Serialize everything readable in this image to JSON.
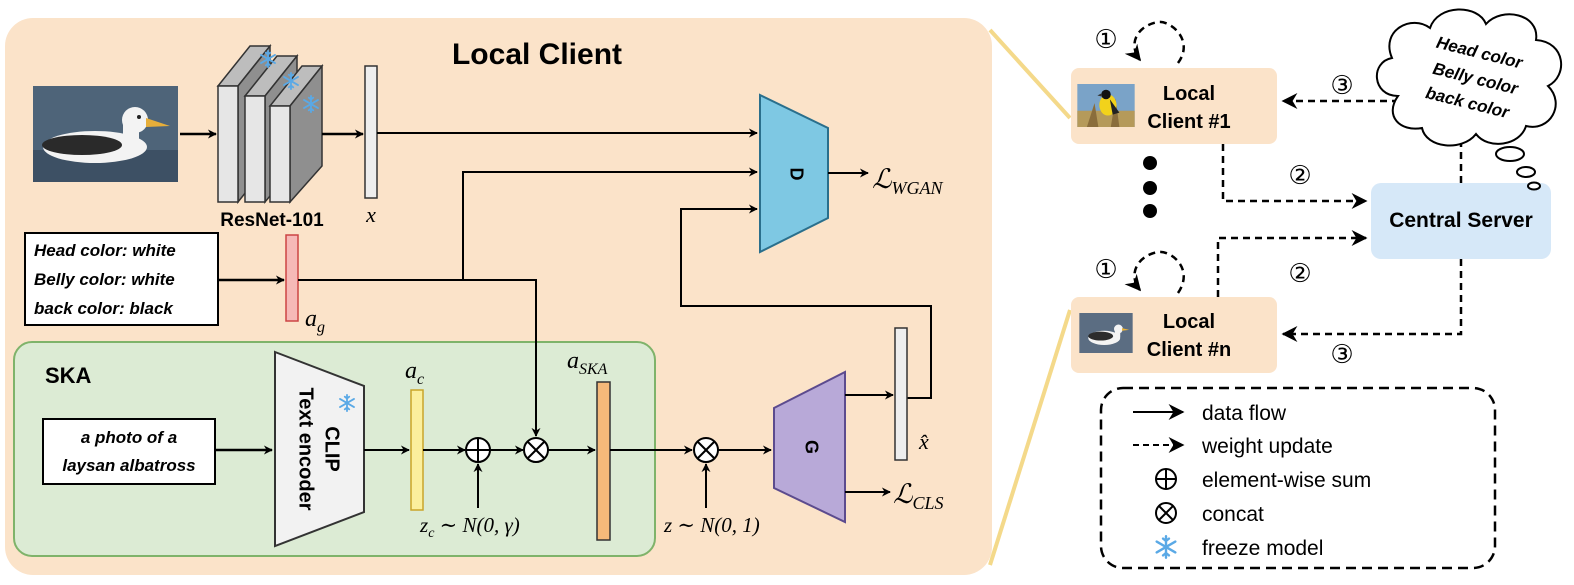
{
  "local_panel": {
    "title": "Local Client",
    "backbone_label": "ResNet-101",
    "feature_label": "x",
    "attr_box_lines": [
      "Head color:  white",
      "Belly color: white",
      "back color: black"
    ],
    "ag_label": "a",
    "ag_sub": "g",
    "disc_label": "D",
    "wgan_loss": "ℒ",
    "wgan_sub": "WGAN",
    "ska": {
      "title": "SKA",
      "prompt_lines": [
        "a photo of a",
        "laysan albatross"
      ],
      "encoder_lines": [
        "CLIP",
        "Text encoder"
      ],
      "ac_label": "a",
      "ac_sub": "c",
      "zc_label": "z",
      "zc_sub": "c",
      "zc_dist": " ∼ N(0, γ)",
      "aska_label": "a",
      "aska_sub": "SKA"
    },
    "z_label": "z ∼ N(0, 1)",
    "gen_label": "G",
    "xhat_label": "x̂",
    "cls_loss": "ℒ",
    "cls_sub": "CLS"
  },
  "fed_panel": {
    "client1_lines": [
      "Local",
      "Client #1"
    ],
    "clientn_lines": [
      "Local",
      "Client #n"
    ],
    "server_label": "Central Server",
    "cloud_lines": [
      "Head color",
      "Belly color",
      "back color"
    ],
    "step1": "①",
    "step2": "②",
    "step3": "③"
  },
  "legend": {
    "items": [
      {
        "symbol": "arrow-solid",
        "label": "data flow"
      },
      {
        "symbol": "arrow-dashed",
        "label": "weight update"
      },
      {
        "symbol": "⊕",
        "label": "element-wise sum"
      },
      {
        "symbol": "⊗",
        "label": "concat"
      },
      {
        "symbol": "❄",
        "label": "freeze model"
      }
    ]
  },
  "colors": {
    "local_bg": "#fbe3c9",
    "ska_bg": "#dcebd4",
    "ska_border": "#7fb36a",
    "disc_fill": "#7ec8e3",
    "gen_fill": "#b8a9d8",
    "server_fill": "#d6e8f8",
    "snow": "#5aa9e6",
    "connector": "#f4d98a"
  }
}
